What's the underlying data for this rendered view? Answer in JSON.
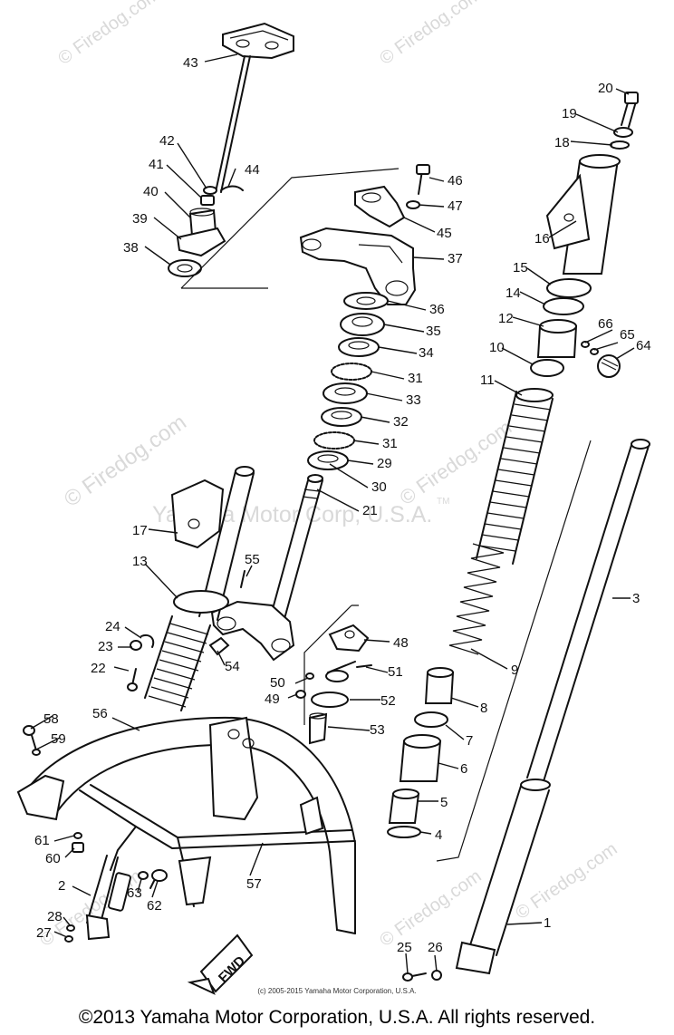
{
  "watermarks": {
    "firedog_1": "© Firedog.com",
    "firedog_2": "© Firedog.com",
    "firedog_3": "© Firedog.com",
    "firedog_4": "© Firedog.com",
    "firedog_5": "© Firedog.com",
    "firedog_6": "© Firedog.com",
    "firedog_7": "© Firedog.com",
    "yamaha_center": "Yamaha Motor Corp, U.S.A.",
    "tm": "TM"
  },
  "fwd_label": "FWD",
  "part_labels": [
    "1",
    "2",
    "3",
    "4",
    "5",
    "6",
    "7",
    "8",
    "9",
    "10",
    "11",
    "12",
    "13",
    "14",
    "15",
    "16",
    "17",
    "18",
    "19",
    "20",
    "21",
    "22",
    "23",
    "24",
    "25",
    "26",
    "27",
    "28",
    "29",
    "30",
    "31",
    "31",
    "32",
    "33",
    "34",
    "35",
    "36",
    "37",
    "38",
    "39",
    "40",
    "41",
    "42",
    "43",
    "44",
    "45",
    "46",
    "47",
    "48",
    "49",
    "50",
    "51",
    "52",
    "53",
    "54",
    "55",
    "56",
    "57",
    "58",
    "59",
    "60",
    "61",
    "62",
    "63",
    "64",
    "65",
    "66"
  ],
  "footer": {
    "small": "(c) 2005-2015 Yamaha Motor Corporation, U.S.A.",
    "main": "©2013 Yamaha Motor Corporation, U.S.A. All rights reserved."
  }
}
